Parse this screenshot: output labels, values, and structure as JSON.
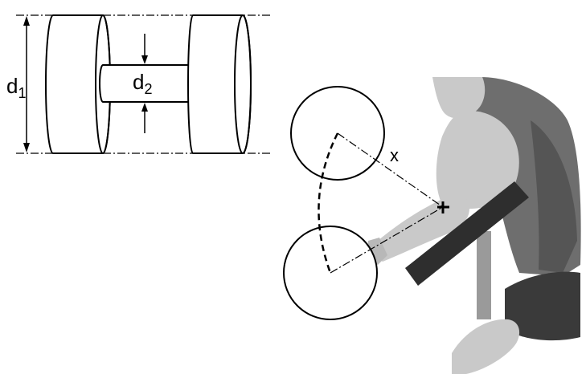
{
  "labels": {
    "outer_diameter": "d",
    "outer_diameter_sub": "1",
    "inner_diameter": "d",
    "inner_diameter_sub": "2",
    "distance": "x"
  },
  "colors": {
    "line": "#000000",
    "background": "#ffffff",
    "skin": "#c9c9c9",
    "shirt": "#6e6e6e",
    "shirt_dark": "#555555",
    "pad": "#2e2e2e",
    "shorts": "#3a3a3a",
    "post": "#9a9a9a"
  }
}
